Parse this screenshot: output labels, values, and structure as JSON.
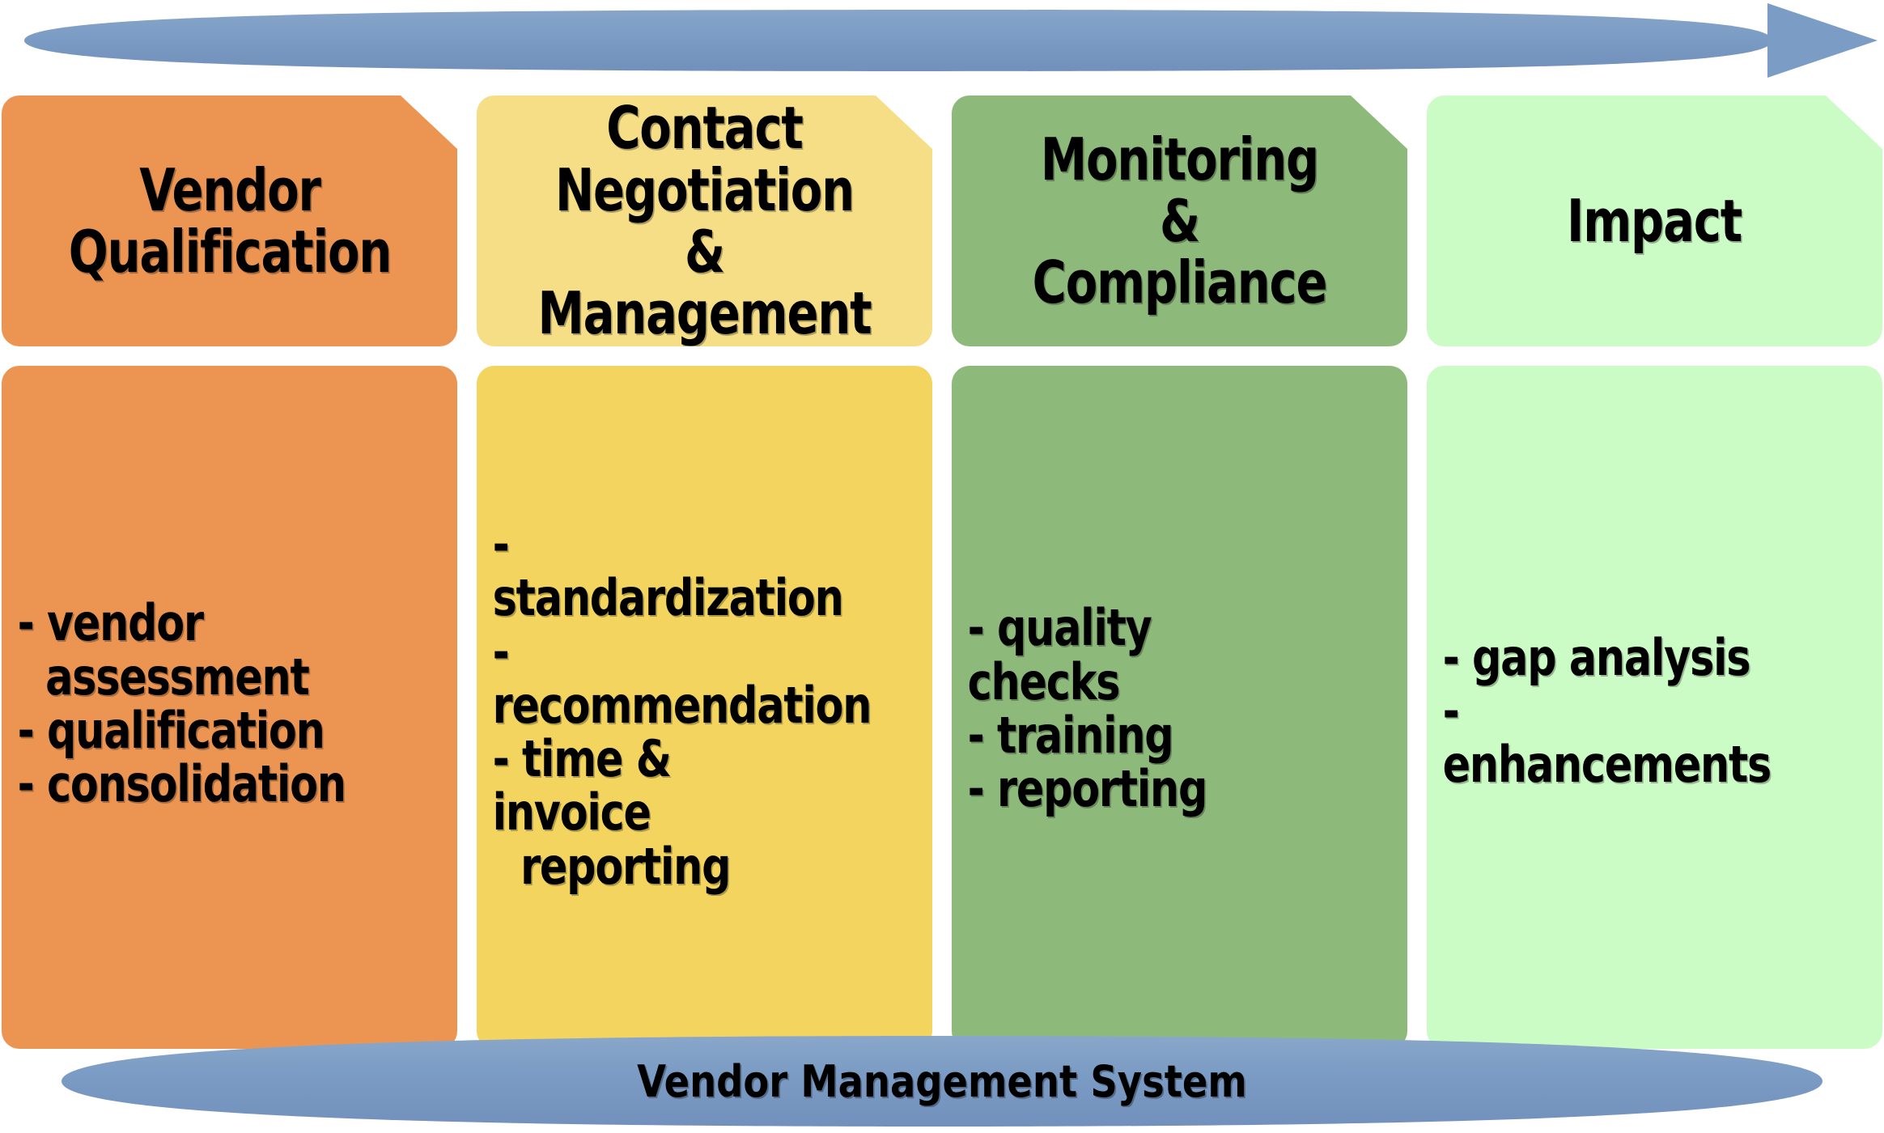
{
  "diagram": {
    "title": "Vendor Management System process stages",
    "colors": {
      "arrow": "#7B9CC4",
      "bottom_bar": "#7B9CC4",
      "stage1_header": "#EC9552",
      "stage1_body": "#EC9552",
      "stage2_header": "#F5DE86",
      "stage2_body": "#F2D45E",
      "stage3_header": "#8DB97A",
      "stage3_body": "#8DB97A",
      "stage4_header": "#CCFCC5",
      "stage4_body": "#CCFCC5",
      "text": "#000000",
      "background": "#FFFFFF"
    },
    "top_arrow": {
      "icon": "right-arrow-icon",
      "direction": "right",
      "label": ""
    },
    "stages": [
      {
        "id": "vendor-qualification",
        "header": "Vendor\nQualification",
        "items": [
          {
            "bullet": "-",
            "text": "vendor",
            "continuation": "assessment"
          },
          {
            "bullet": "-",
            "text": "qualification",
            "continuation": ""
          },
          {
            "bullet": "-",
            "text": "consolidation",
            "continuation": ""
          }
        ]
      },
      {
        "id": "contact-negotiation-management",
        "header": "Contact\nNegotiation &\nManagement",
        "items": [
          {
            "bullet": "-",
            "text": "standardization",
            "continuation": ""
          },
          {
            "bullet": "-",
            "text": "recommendation",
            "continuation": ""
          },
          {
            "bullet": "-",
            "text": "time & invoice",
            "continuation": "reporting"
          }
        ]
      },
      {
        "id": "monitoring-compliance",
        "header": "Monitoring &\nCompliance",
        "items": [
          {
            "bullet": "-",
            "text": "quality checks",
            "continuation": ""
          },
          {
            "bullet": "-",
            "text": "training",
            "continuation": ""
          },
          {
            "bullet": "-",
            "text": "reporting",
            "continuation": ""
          }
        ]
      },
      {
        "id": "impact",
        "header": "Impact",
        "items": [
          {
            "bullet": "-",
            "text": "gap analysis",
            "continuation": ""
          },
          {
            "bullet": "-",
            "text": "enhancements",
            "continuation": ""
          }
        ]
      }
    ],
    "footer": {
      "label": "Vendor Management System"
    }
  }
}
